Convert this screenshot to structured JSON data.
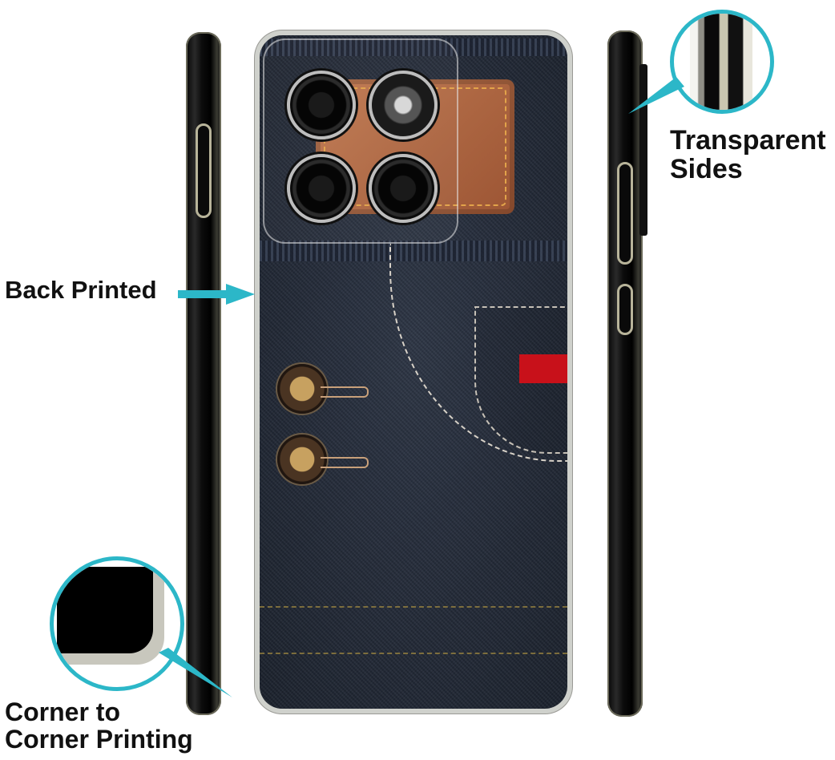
{
  "callouts": {
    "transparent_sides": {
      "line1": "Transparent",
      "line2": "Sides"
    },
    "back_printed": {
      "text": "Back Printed"
    },
    "corner_printing": {
      "line1": "Corner to",
      "line2": "Corner Printing"
    }
  },
  "colors": {
    "accent": "#2cb7c8",
    "denim": "#232a37",
    "leather_patch": "#b36a45",
    "red_tag": "#c8111a",
    "phone_frame": "#000000"
  }
}
